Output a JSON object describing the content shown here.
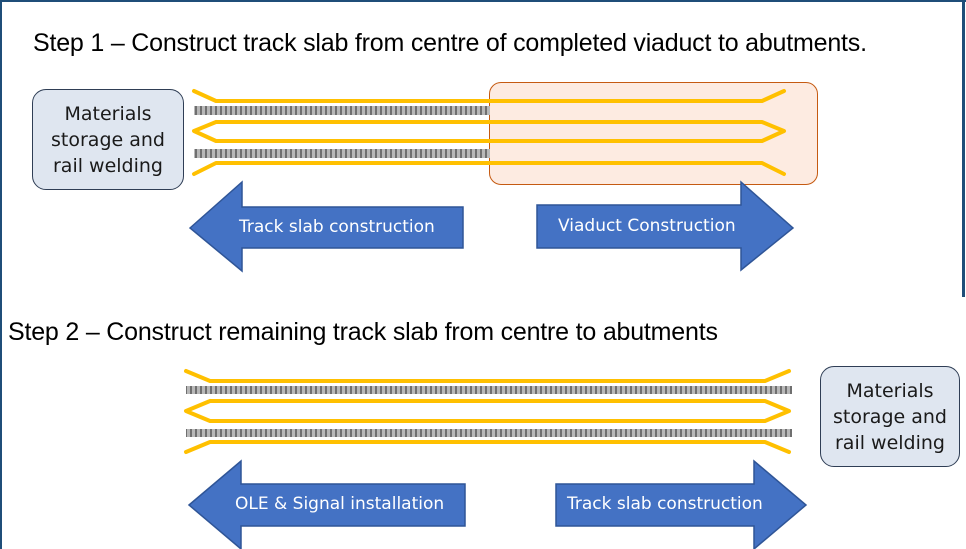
{
  "step1": {
    "title": "Step 1 – Construct track slab from centre of completed viaduct to abutments.",
    "materials_box": [
      "Materials",
      "storage and",
      "rail welding"
    ],
    "arrow_left": "Track slab construction",
    "arrow_right": "Viaduct Construction"
  },
  "step2": {
    "title": "Step 2 – Construct remaining track slab from centre to abutments",
    "materials_box": [
      "Materials",
      "storage and",
      "rail welding"
    ],
    "arrow_left": "OLE & Signal installation",
    "arrow_right": "Track slab construction"
  },
  "colors": {
    "arrow": "#4472c4",
    "arrow_outline": "#2f5597",
    "track_yellow": "#ffc000",
    "rail_grey": "#8c8c8c",
    "viaduct_fill": "#fdebe1",
    "viaduct_border": "#c55a11",
    "materials_fill": "#dfe6f0",
    "frame": "#1f4e79"
  }
}
